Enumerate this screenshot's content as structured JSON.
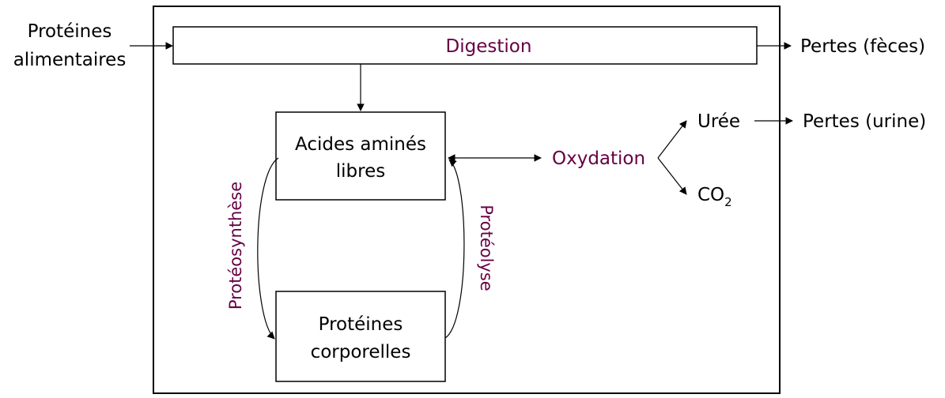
{
  "colors": {
    "accent": "#660044",
    "text": "#000000",
    "line": "#000000"
  },
  "labels": {
    "input_line1": "Protéines",
    "input_line2": "alimentaires",
    "digestion": "Digestion",
    "loss_feces": "Pertes (fèces)",
    "free_aa_line1": "Acides aminés",
    "free_aa_line2": "libres",
    "oxidation": "Oxydation",
    "urea": "Urée",
    "loss_urine": "Pertes (urine)",
    "co2_main": "CO",
    "co2_sub": "2",
    "body_proteins_line1": "Protéines",
    "body_proteins_line2": "corporelles",
    "proteosynthesis": "Protéosynthèse",
    "proteolysis": "Protéolyse"
  }
}
